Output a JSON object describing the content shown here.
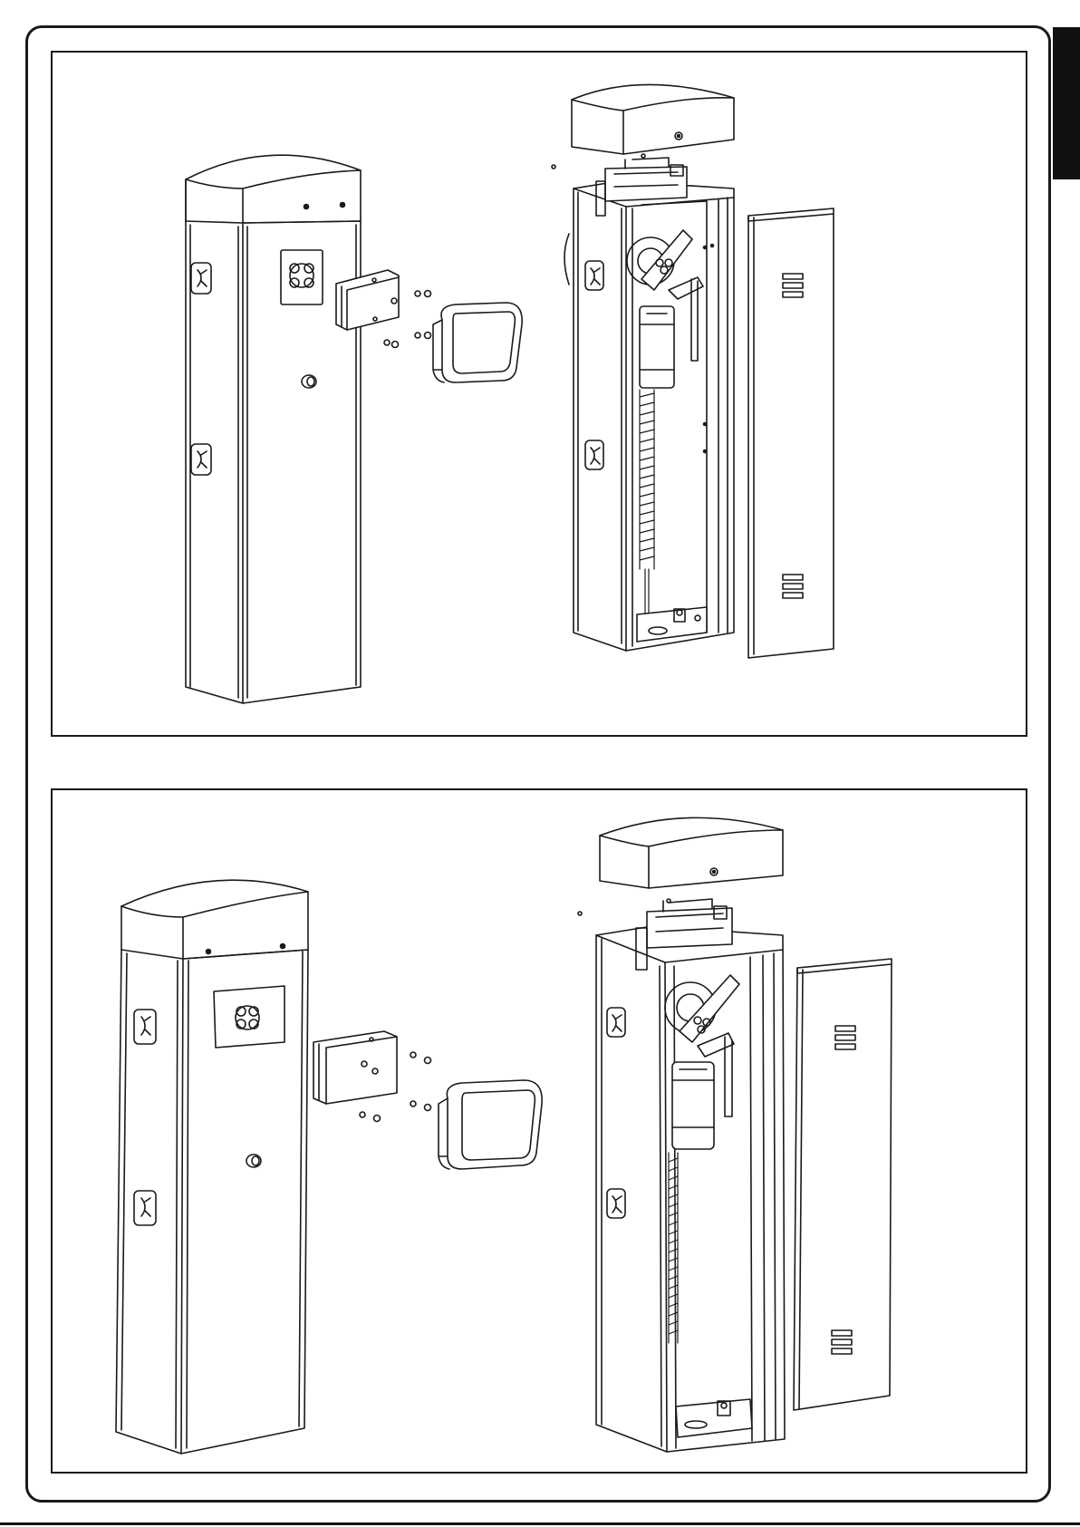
{
  "document": {
    "type": "installation-manual-page",
    "figures": [
      {
        "id": "figure-top",
        "depicts": [
          "closed-barrier-cabinet",
          "mounting-bracket",
          "screws",
          "flashing-light",
          "open-barrier-cabinet",
          "cabinet-cover",
          "side-door"
        ]
      },
      {
        "id": "figure-bottom",
        "depicts": [
          "closed-barrier-cabinet",
          "mounting-bracket",
          "screws",
          "flashing-light",
          "open-barrier-cabinet",
          "cabinet-cover",
          "side-door"
        ]
      }
    ]
  },
  "colors": {
    "ink": "#1a1a1a",
    "paper": "#ffffff",
    "tab": "#111111"
  }
}
